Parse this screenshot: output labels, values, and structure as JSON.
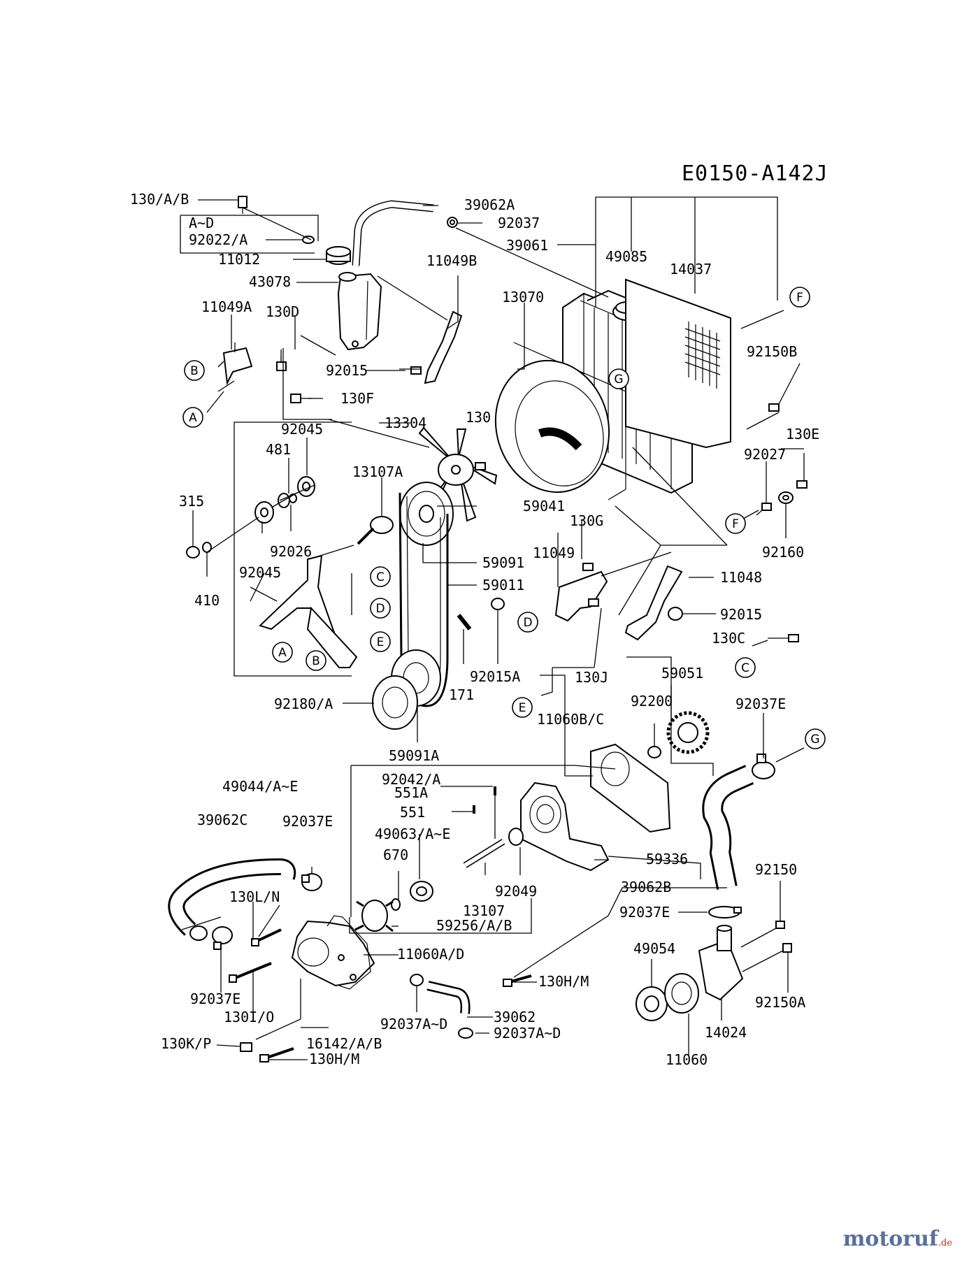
{
  "diagram_code": "E0150-A142J",
  "ref_letters": [
    "A",
    "B",
    "C",
    "D",
    "E",
    "F",
    "G"
  ],
  "labels": {
    "130_A_B": "130/A/B",
    "A_D": "A~D",
    "92022_A": "92022/A",
    "11012": "11012",
    "43078": "43078",
    "11049A": "11049A",
    "130D": "130D",
    "92015_top": "92015",
    "130F": "130F",
    "39062A": "39062A",
    "92037_top": "92037",
    "39061": "39061",
    "49085": "49085",
    "14037": "14037",
    "11049B": "11049B",
    "13070": "13070",
    "92150B": "92150B",
    "130": "130",
    "13304": "13304",
    "92045_top": "92045",
    "481": "481",
    "13107A": "13107A",
    "315": "315",
    "92026": "92026",
    "92045_bot": "92045",
    "410": "410",
    "59041": "59041",
    "59091": "59091",
    "59011": "59011",
    "130G": "130G",
    "11049": "11049",
    "11048": "11048",
    "92015_right": "92015",
    "130C": "130C",
    "130E": "130E",
    "92027": "92027",
    "92160": "92160",
    "130J": "130J",
    "92015A": "92015A",
    "171": "171",
    "92180_A": "92180/A",
    "59091A": "59091A",
    "59051": "59051",
    "92200": "92200",
    "11060B_C": "11060B/C",
    "92037E_right": "92037E",
    "49044": "49044/A~E",
    "92042_A": "92042/A",
    "551A": "551A",
    "551": "551",
    "49063": "49063/A~E",
    "670": "670",
    "92049": "92049",
    "13107": "13107",
    "59336": "59336",
    "39062C": "39062C",
    "92037E_left": "92037E",
    "130L_N": "130L/N",
    "59256": "59256/A/B",
    "11060A_D": "11060A/D",
    "92037E_bot": "92037E",
    "130I_O": "130I/O",
    "130K_P": "130K/P",
    "16142": "16142/A/B",
    "130H_M_bot": "130H/M",
    "92037AD_1": "92037A~D",
    "39062": "39062",
    "92037AD_2": "92037A~D",
    "130H_M_mid": "130H/M",
    "39062B": "39062B",
    "92150": "92150",
    "92037E_mid": "92037E",
    "49054": "49054",
    "14024": "14024",
    "92150A": "92150A",
    "11060": "11060"
  },
  "watermark": {
    "name": "motoruf",
    "suffix": ".de"
  }
}
